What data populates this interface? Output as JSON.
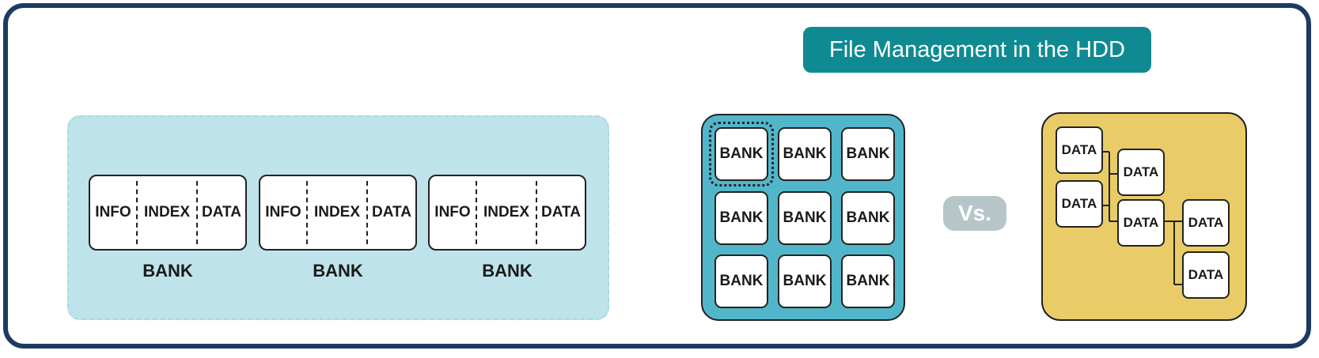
{
  "title": "File Management in the HDD",
  "left_panel": {
    "banks": [
      {
        "segments": [
          "INFO",
          "INDEX",
          "DATA"
        ],
        "caption": "BANK"
      },
      {
        "segments": [
          "INFO",
          "INDEX",
          "DATA"
        ],
        "caption": "BANK"
      },
      {
        "segments": [
          "INFO",
          "INDEX",
          "DATA"
        ],
        "caption": "BANK"
      }
    ]
  },
  "grid_panel": {
    "cells": [
      "BANK",
      "BANK",
      "BANK",
      "BANK",
      "BANK",
      "BANK",
      "BANK",
      "BANK",
      "BANK"
    ]
  },
  "vs_label": "Vs.",
  "tree_panel": {
    "nodes": [
      "DATA",
      "DATA",
      "DATA",
      "DATA",
      "DATA",
      "DATA"
    ]
  },
  "colors": {
    "frame": "#1c3a63",
    "title_bg": "#0f8a93",
    "left_panel_bg": "#bfe3ea",
    "grid_panel_bg": "#52b6ca",
    "vs_bg": "#b6c6c8",
    "tree_panel_bg": "#e9cc68"
  }
}
